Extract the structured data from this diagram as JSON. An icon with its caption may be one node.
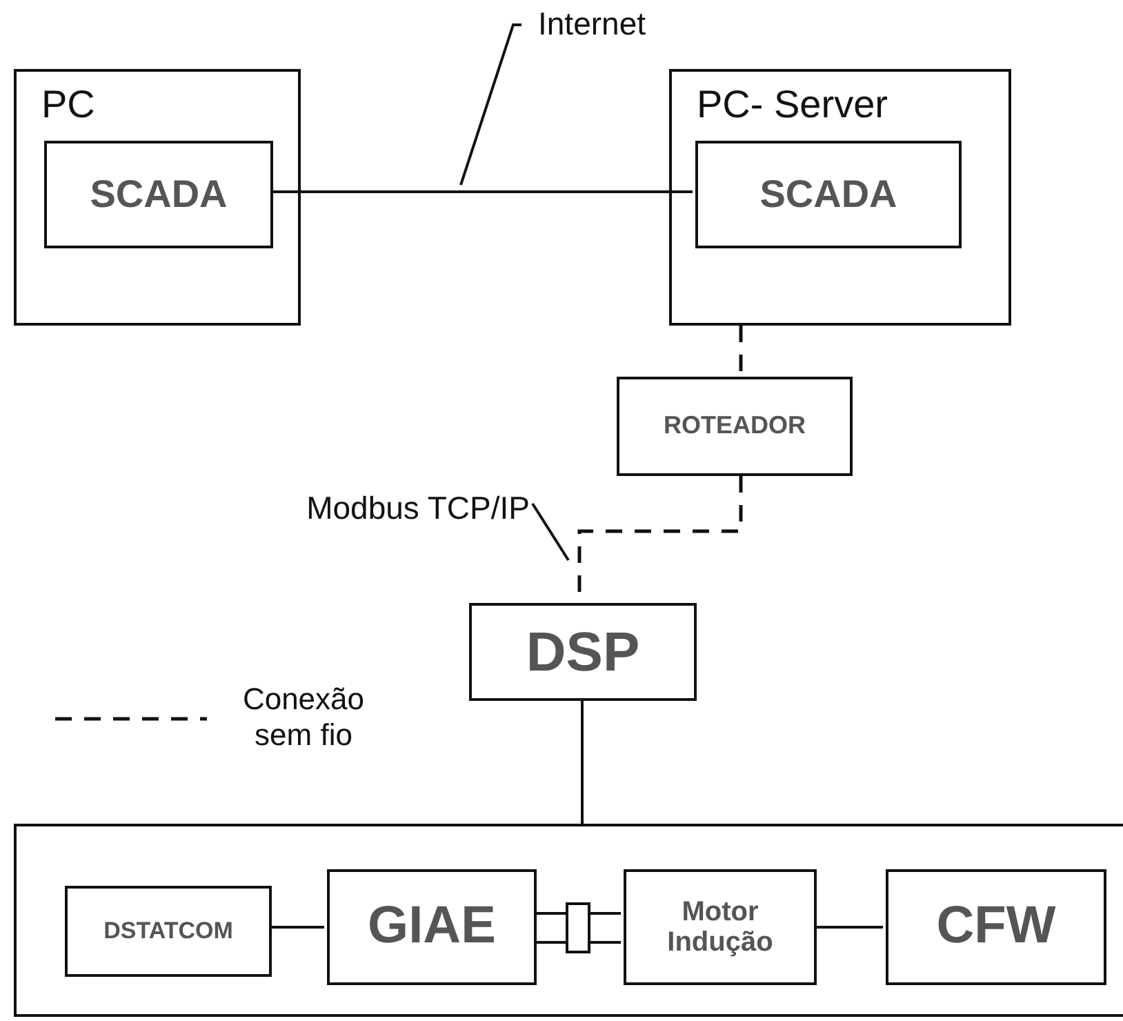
{
  "diagram": {
    "nodes": [
      {
        "text": [
          "PC"
        ]
      },
      {
        "text": [
          "SCADA"
        ],
        "in": 0
      },
      {
        "text": [
          "PC- Server"
        ]
      },
      {
        "text": [
          "SCADA"
        ],
        "in": 2
      },
      {
        "text": [
          "ROTEADOR"
        ]
      },
      {
        "text": [
          "DSP"
        ]
      },
      {
        "text": [],
        "shape": "box"
      },
      {
        "text": [
          "DSTATCOM"
        ],
        "in": 6
      },
      {
        "text": [
          "GIAE"
        ],
        "in": 6
      },
      {
        "text": [
          "Motor Indução"
        ],
        "in": 6
      },
      {
        "text": [
          "CFW"
        ],
        "in": 6
      },
      {
        "text": [
          "Internet"
        ]
      },
      {
        "text": [
          "Modbus TCP/IP"
        ]
      }
    ],
    "edges": [
      {
        "from": 1,
        "to": 3,
        "arrow": "none"
      },
      {
        "from": 11,
        "to": null,
        "arrow": "none"
      },
      {
        "from": 2,
        "to": 4,
        "arrow": "none",
        "style": "dashed"
      },
      {
        "from": 4,
        "to": 5,
        "arrow": "none",
        "style": "dashed"
      },
      {
        "from": 12,
        "to": null,
        "arrow": "none"
      },
      {
        "from": 5,
        "to": 6,
        "arrow": "none"
      },
      {
        "from": 7,
        "to": 8,
        "arrow": "none"
      },
      {
        "from": 8,
        "to": 9,
        "arrow": "none"
      },
      {
        "from": 9,
        "to": 10,
        "arrow": "none"
      }
    ],
    "legend": [
      {
        "text": "Conexão sem fio"
      }
    ]
  }
}
